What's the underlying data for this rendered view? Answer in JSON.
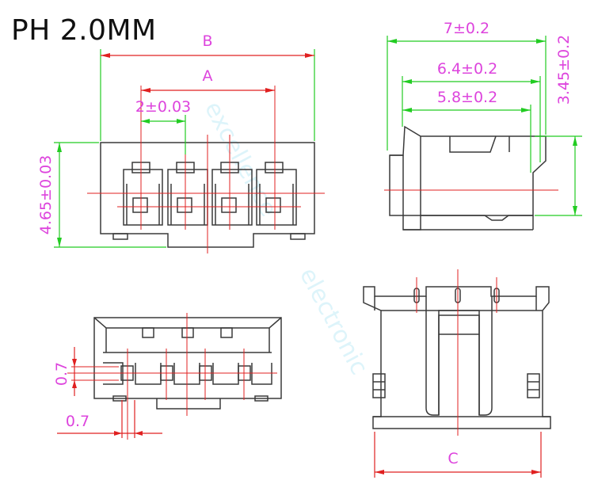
{
  "title": "PH 2.0MM",
  "colors": {
    "outline": "#3a3a3a",
    "dim_line": "#22cc22",
    "dim_text": "#dd44dd",
    "center_line": "#e02020",
    "watermark": "#88d8ee"
  },
  "labels": {
    "B": "B",
    "A": "A",
    "pitch": "2±0.03",
    "height": "4.65±0.03",
    "d7": "7±0.2",
    "d64": "6.4±0.2",
    "d58": "5.8±0.2",
    "d345": "3.45±0.2",
    "d07_v": "0.7",
    "d07_h": "0.7",
    "C": "C"
  },
  "watermark": {
    "word1": "excellence",
    "word2": "electronic"
  }
}
